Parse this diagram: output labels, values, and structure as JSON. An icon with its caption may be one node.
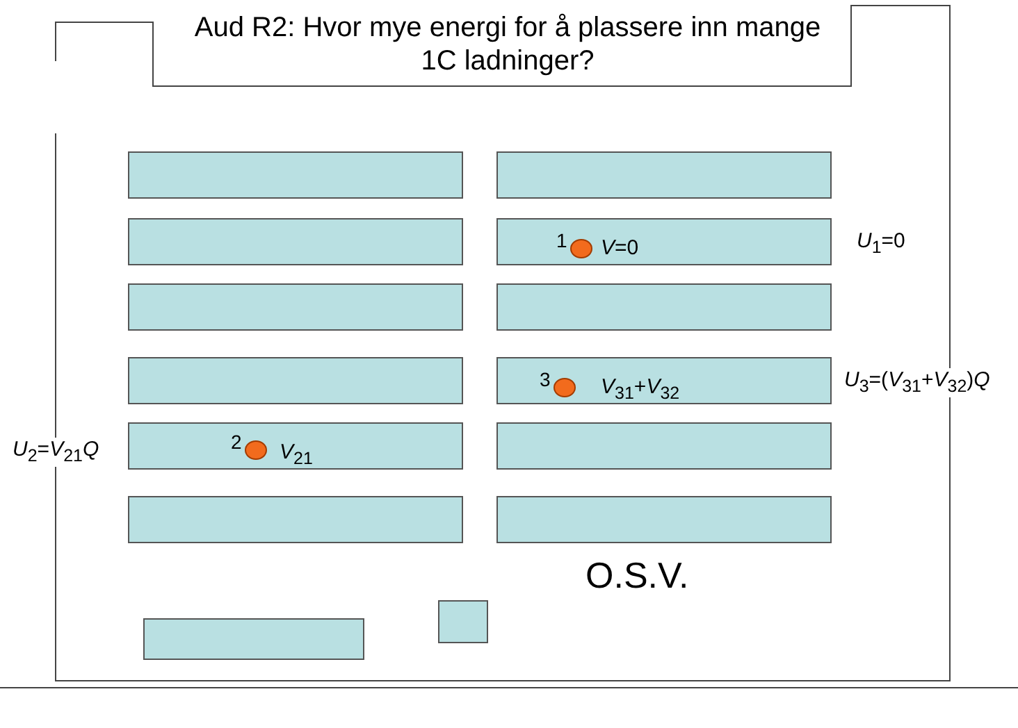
{
  "diagram": {
    "title": "Aud R2: Hvor mye energi for å plassere inn mange 1C ladninger?",
    "nodes": [
      {
        "text": [],
        "shape": "box"
      },
      {
        "text": [],
        "shape": "box"
      },
      {
        "text": [],
        "shape": "box"
      },
      {
        "text": [
          "*V*=0"
        ]
      },
      {
        "text": [],
        "shape": "circle",
        "in": 3,
        "beside": [
          "1"
        ]
      },
      {
        "text": [],
        "shape": "box"
      },
      {
        "text": [],
        "shape": "box"
      },
      {
        "text": [],
        "shape": "box"
      },
      {
        "text": [
          "*V*$_{31}$+*V*$_{32}$"
        ]
      },
      {
        "text": [],
        "shape": "circle",
        "in": 8,
        "beside": [
          "3"
        ]
      },
      {
        "text": [
          "*V*$_{21}$"
        ]
      },
      {
        "text": [],
        "shape": "circle",
        "in": 10,
        "beside": [
          "2"
        ]
      },
      {
        "text": [],
        "shape": "box"
      },
      {
        "text": [],
        "shape": "box"
      },
      {
        "text": [],
        "shape": "box"
      },
      {
        "text": [],
        "shape": "box"
      },
      {
        "text": [],
        "shape": "box"
      }
    ],
    "labels": [
      "*U*$_{1}$=0",
      "*U*$_{3}$=(*V*$_{31}$+*V*$_{32}$)*Q*",
      "*U*$_{2}$=*V*$_{21}$*Q*",
      "O.S.V."
    ]
  }
}
